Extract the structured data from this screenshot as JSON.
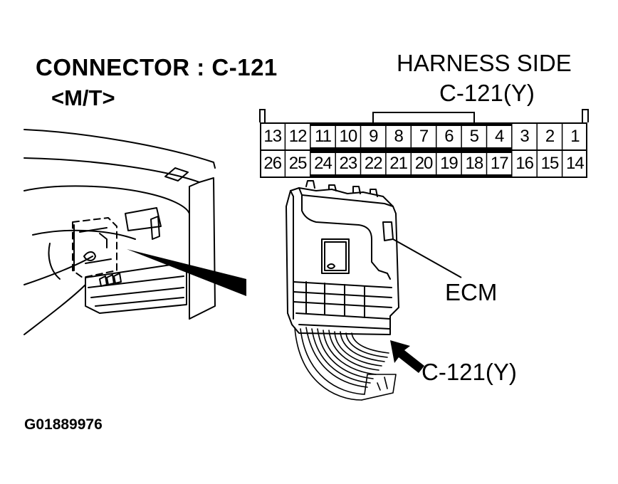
{
  "diagram": {
    "title": "CONNECTOR : C-121",
    "subtitle": "<M/T>",
    "harness_label": "HARNESS SIDE",
    "harness_connector": "C-121(Y)",
    "ecm_label": "ECM",
    "connector_callout": "C-121(Y)",
    "figure_id": "G01889976"
  },
  "connector": {
    "top_row": [
      "13",
      "12",
      "11",
      "10",
      "9",
      "8",
      "7",
      "6",
      "5",
      "4",
      "3",
      "2",
      "1"
    ],
    "bottom_row": [
      "26",
      "25",
      "24",
      "23",
      "22",
      "21",
      "20",
      "19",
      "18",
      "17",
      "16",
      "15",
      "14"
    ]
  }
}
